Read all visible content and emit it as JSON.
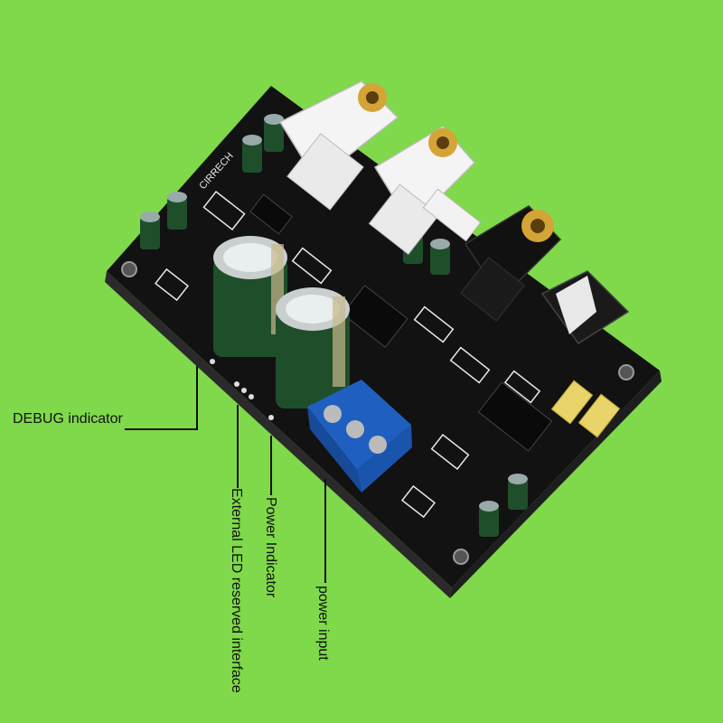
{
  "colors": {
    "background": "#7fd94a",
    "pcb": "#121212",
    "silkscreen": "#e8e8e8",
    "capacitor": "#1f4f2a",
    "terminal_block": "#1f5fbf",
    "rca_gold": "#d4a437",
    "callout_line": "#111111"
  },
  "board": {
    "silkscreen_brand": "CIRRECH"
  },
  "callouts": {
    "debug": "DEBUG indicator",
    "external_led": "External LED reserved interface",
    "power_indicator": "Power Indicator",
    "power_input": "power input"
  }
}
